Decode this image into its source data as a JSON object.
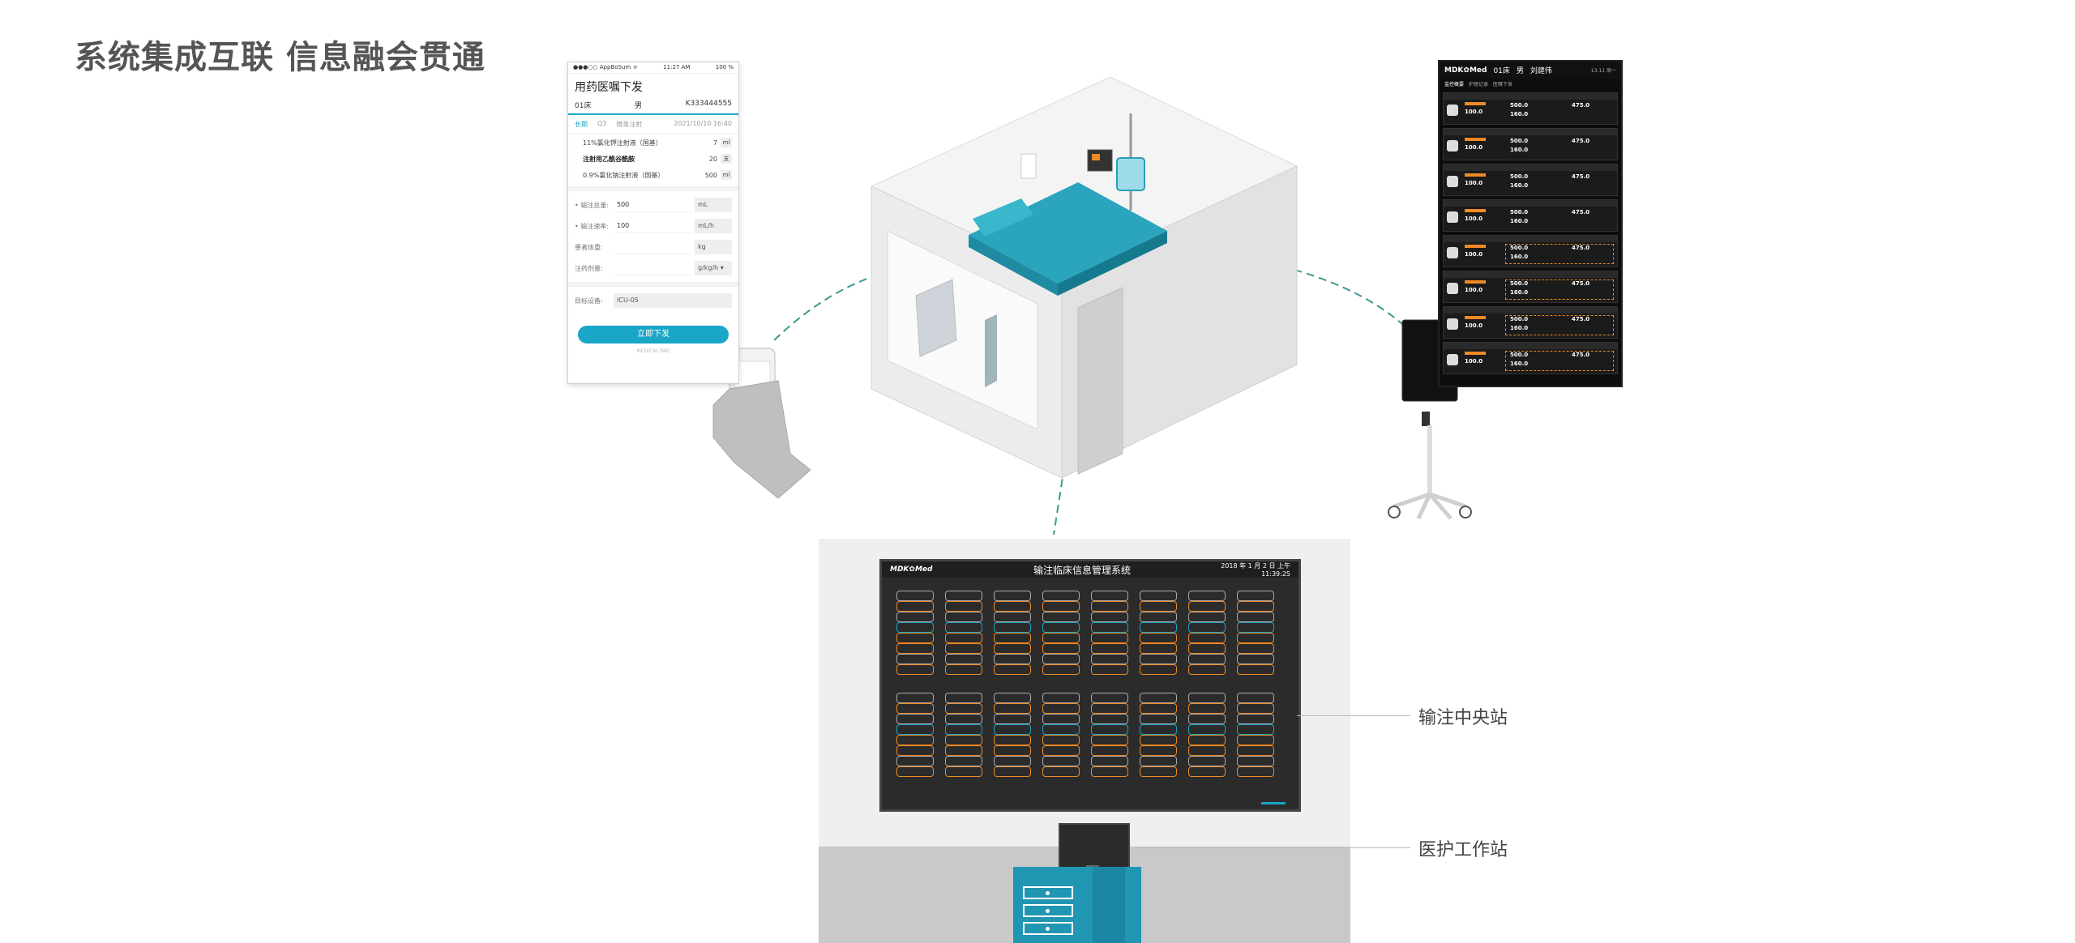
{
  "title": "系统集成互联 信息融会贯通",
  "phone": {
    "status_left": "●●●○○ AppBoSum ᯤ",
    "status_time": "11:27 AM",
    "status_battery": "100 %",
    "title": "用药医嘱下发",
    "bed": "01床",
    "gender": "男",
    "patient_id": "K333444555",
    "tabs": [
      "长期",
      "Q3",
      "微泵注射"
    ],
    "date": "2021/10/10 16:40",
    "drugs": [
      {
        "name": "11%氯化钾注射液（国基）",
        "dose": "7",
        "unit": "ml"
      },
      {
        "name": "注射用乙酰谷酰胺",
        "dose": "20",
        "unit": "支"
      },
      {
        "name": "0.9%氯化钠注射液（国基）",
        "dose": "500",
        "unit": "ml"
      }
    ],
    "fields": [
      {
        "label": "• 输注总量:",
        "value": "500",
        "unit": "mL"
      },
      {
        "label": "• 输注速率:",
        "value": "100",
        "unit": "mL/h"
      },
      {
        "label": "患者体重:",
        "value": "",
        "unit": "kg"
      },
      {
        "label": "注药剂量:",
        "value": "",
        "unit": "g/kg/h ▾"
      }
    ],
    "location_label": "目标设备:",
    "location_value": "ICU-05",
    "button": "立即下发",
    "brand": "MEDICAL PAD"
  },
  "tall_monitor": {
    "logo": "MDK✿Med",
    "bed": "01床",
    "gender": "男",
    "name": "刘建伟",
    "time": "13:11 周一",
    "tabs": [
      "监控概要",
      "护理记录",
      "医嘱下发"
    ],
    "rows": [
      {
        "v1": "100.0",
        "v2": "500.0",
        "v3": "160.0",
        "v4": "475.0",
        "dashed": false
      },
      {
        "v1": "100.0",
        "v2": "500.0",
        "v3": "160.0",
        "v4": "475.0",
        "dashed": false
      },
      {
        "v1": "100.0",
        "v2": "500.0",
        "v3": "160.0",
        "v4": "475.0",
        "dashed": false
      },
      {
        "v1": "100.0",
        "v2": "500.0",
        "v3": "160.0",
        "v4": "475.0",
        "dashed": false
      },
      {
        "v1": "100.0",
        "v2": "500.0",
        "v3": "160.0",
        "v4": "475.0",
        "dashed": true
      },
      {
        "v1": "100.0",
        "v2": "500.0",
        "v3": "160.0",
        "v4": "475.0",
        "dashed": true
      },
      {
        "v1": "100.0",
        "v2": "500.0",
        "v3": "160.0",
        "v4": "475.0",
        "dashed": true
      },
      {
        "v1": "100.0",
        "v2": "500.0",
        "v3": "160.0",
        "v4": "475.0",
        "dashed": true
      }
    ]
  },
  "central_screen": {
    "logo": "MDK✿Med",
    "name": "输注临床信息管理系统",
    "datetime": "2018 年 1 月 2 日  上午 11:39:25"
  },
  "labels": {
    "central": "输注中央站",
    "workstation": "医护工作站"
  },
  "colors": {
    "accent": "#1aa6c6",
    "warning": "#f08a24",
    "dash_line": "#3d9a8c"
  }
}
